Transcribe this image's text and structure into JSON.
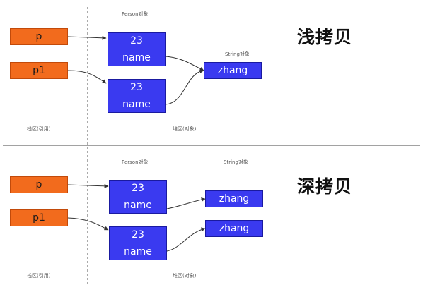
{
  "shallow": {
    "title": "浅拷贝",
    "ref_p": "p",
    "ref_p1": "p1",
    "person_label": "Person对象",
    "string_label": "String对象",
    "obj1_age": "23",
    "obj1_name": "name",
    "obj2_age": "23",
    "obj2_name": "name",
    "string_value": "zhang",
    "stack_label": "栈区(引用)",
    "heap_label": "堆区(对象)"
  },
  "deep": {
    "title": "深拷贝",
    "ref_p": "p",
    "ref_p1": "p1",
    "person_label": "Person对象",
    "string_label": "String对象",
    "obj1_age": "23",
    "obj1_name": "name",
    "obj2_age": "23",
    "obj2_name": "name",
    "string1_value": "zhang",
    "string2_value": "zhang",
    "stack_label": "栈区(引用)",
    "heap_label": "堆区(对象)"
  },
  "colors": {
    "reference_box": "#f26b1d",
    "object_box": "#3a3af0",
    "arrow": "#333333"
  }
}
